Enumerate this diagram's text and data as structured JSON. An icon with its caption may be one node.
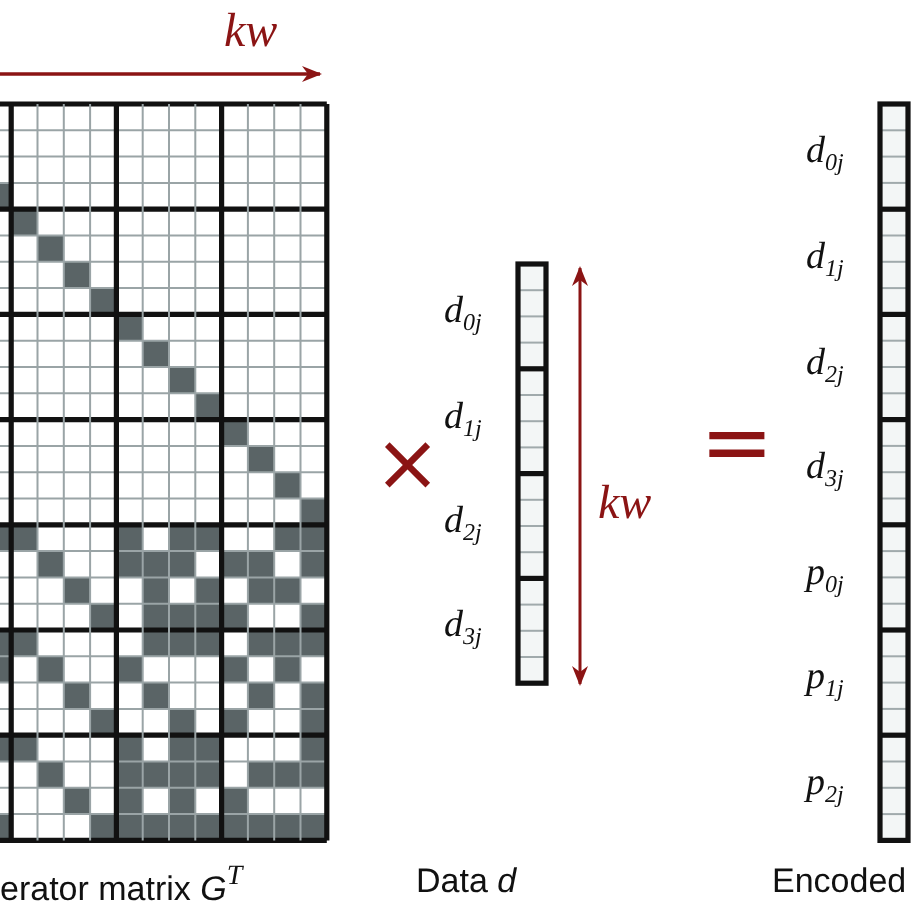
{
  "diagram": {
    "nodes": [
      {
        "text": [],
        "shape": "box"
      },
      {
        "text": [],
        "shape": "bar",
        "beside": [
          "d$_{0j}$",
          "d$_{1j}$",
          "d$_{2j}$",
          "d$_{3j}$"
        ]
      },
      {
        "text": [],
        "shape": "bar",
        "beside": [
          "d$_{0j}$",
          "d$_{1j}$",
          "d$_{2j}$",
          "d$_{3j}$",
          "p$_{0j}$",
          "p$_{1j}$",
          "p$_{2j}$"
        ]
      }
    ],
    "labels": [
      "kw",
      "×",
      "kw",
      "=",
      "erator matrix *G*$^{T}$",
      "Data *d*",
      "Encoded"
    ]
  }
}
